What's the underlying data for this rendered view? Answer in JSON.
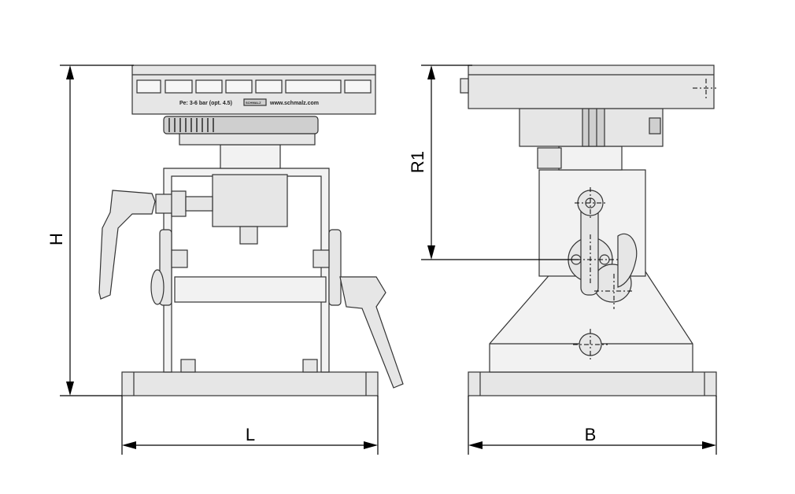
{
  "front_view": {
    "plate_text_pressure": "Pe: 3-6 bar (opt. 4.5)",
    "plate_text_brand": "SCHMALZ",
    "plate_text_url": "www.schmalz.com"
  },
  "dimensions": {
    "H": "H",
    "L": "L",
    "R1": "R1",
    "B": "B"
  }
}
